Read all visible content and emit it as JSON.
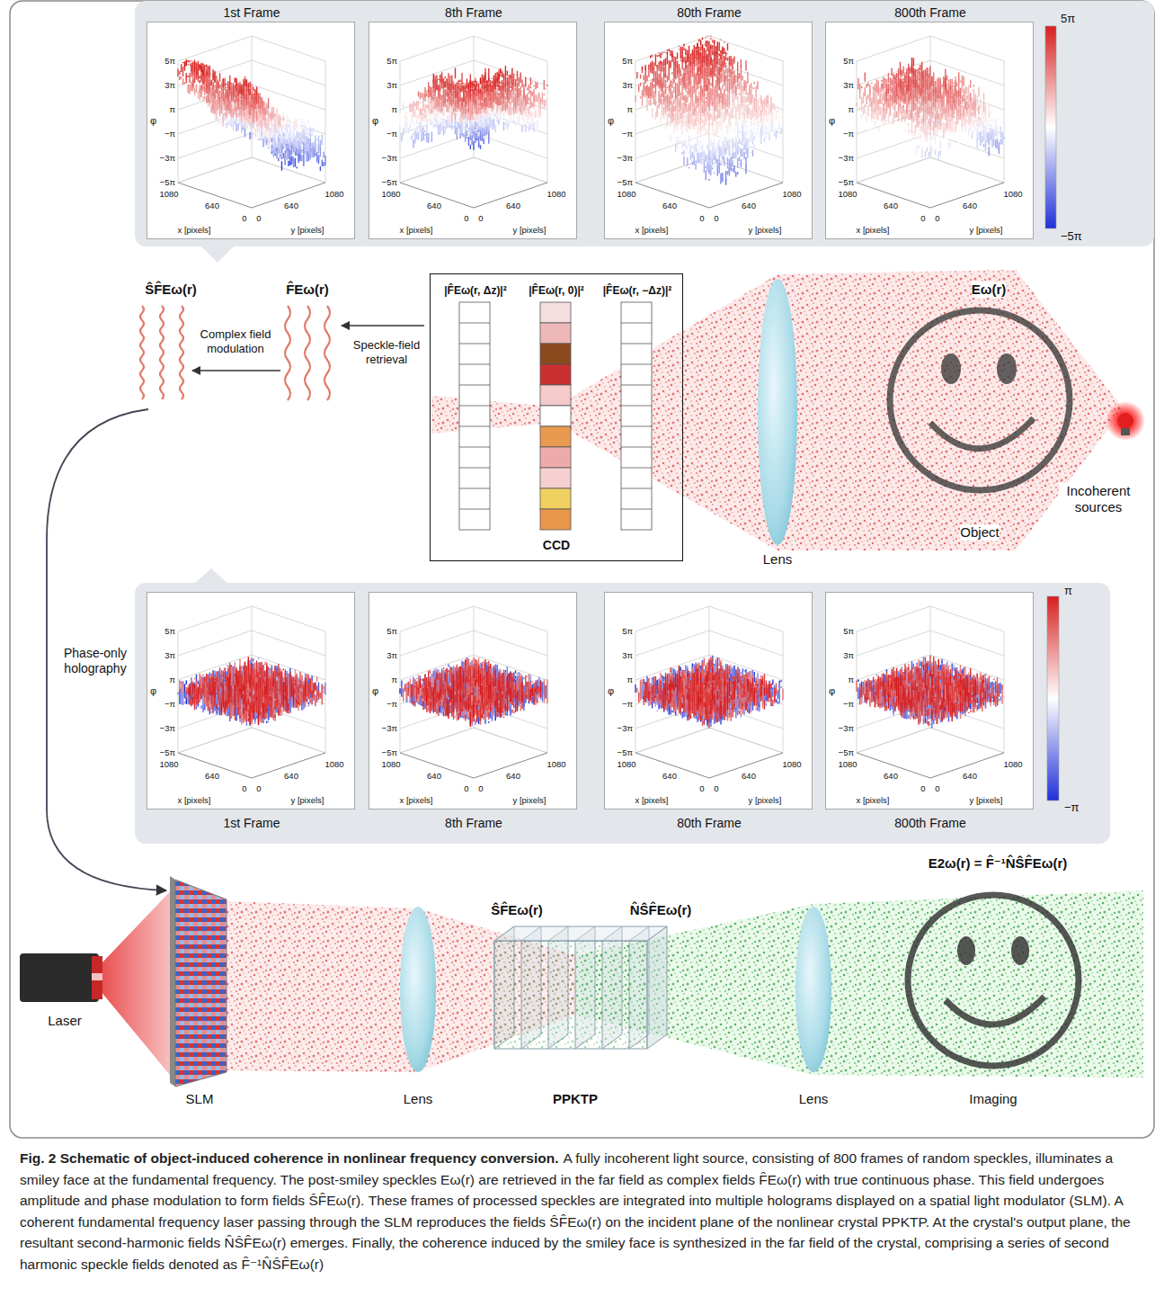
{
  "diagram": {
    "title": "Fig. 2 Schematic of object-induced coherence in nonlinear frequency conversion.",
    "caption": "A fully incoherent light source, consisting of 800 frames of random speckles, illuminates a smiley face at the fundamental frequency. The post-smiley speckles Eω(r) are retrieved in the far field as complex fields F̂Eω(r) with true continuous phase. This field undergoes amplitude and phase modulation to form fields ŜF̂Eω(r). These frames of processed speckles are integrated into multiple holograms displayed on a spatial light modulator (SLM). A coherent fundamental frequency laser passing through the SLM reproduces the fields ŜF̂Eω(r) on the incident plane of the nonlinear crystal PPKTP. At the crystal's output plane, the resultant second-harmonic fields N̂ŜF̂Eω(r) emerges. Finally, the coherence induced by the smiley face is synthesized in the far field of the crystal, comprising a series of second harmonic speckle fields denoted as F̂⁻¹N̂ŜF̂Eω(r)",
    "nodes": [
      {
        "text": [
          "5π",
          "−5π"
        ]
      },
      {
        "text": [
          "1st Frame",
          "5π",
          "3π",
          "π",
          "−π",
          "−3π",
          "−5π",
          "φ",
          "1080",
          "640",
          "0",
          "x [pixels]",
          "0",
          "640",
          "1080",
          "y [pixels]"
        ],
        "in": 0
      },
      {
        "text": [
          "8th Frame",
          "5π",
          "3π",
          "π",
          "−π",
          "−3π",
          "−5π",
          "φ",
          "1080",
          "640",
          "0",
          "x [pixels]",
          "0",
          "640",
          "1080",
          "y [pixels]"
        ],
        "in": 0
      },
      {
        "text": [
          "80th Frame",
          "5π",
          "3π",
          "π",
          "−π",
          "−3π",
          "−5π",
          "φ",
          "1080",
          "640",
          "0",
          "x [pixels]",
          "0",
          "640",
          "1080",
          "y [pixels]"
        ],
        "in": 0
      },
      {
        "text": [
          "800th Frame",
          "5π",
          "3π",
          "π",
          "−π",
          "−3π",
          "−5π",
          "φ",
          "1080",
          "640",
          "0",
          "x [pixels]",
          "0",
          "640",
          "1080",
          "y [pixels]"
        ],
        "in": 0
      },
      {
        "text": [
          "|F̂Eω(r, Δz)|²",
          "|F̂Eω(r, 0)|²",
          "|F̂Eω(r, −Δz)|²",
          "CCD"
        ]
      },
      {
        "text": [
          "π",
          "−π"
        ]
      },
      {
        "text": [
          "1st Frame",
          "5π",
          "3π",
          "π",
          "−π",
          "−3π",
          "−5π",
          "φ",
          "1080",
          "640",
          "0",
          "x [pixels]",
          "0",
          "640",
          "1080",
          "y [pixels]"
        ],
        "in": 6
      },
      {
        "text": [
          "8th Frame",
          "5π",
          "3π",
          "π",
          "−π",
          "−3π",
          "−5π",
          "φ",
          "1080",
          "640",
          "0",
          "x [pixels]",
          "0",
          "640",
          "1080",
          "y [pixels]"
        ],
        "in": 6
      },
      {
        "text": [
          "80th Frame",
          "5π",
          "3π",
          "π",
          "−π",
          "−3π",
          "−5π",
          "φ",
          "1080",
          "640",
          "0",
          "x [pixels]",
          "0",
          "640",
          "1080",
          "y [pixels]"
        ],
        "in": 6
      },
      {
        "text": [
          "800th Frame",
          "5π",
          "3π",
          "π",
          "−π",
          "−3π",
          "−5π",
          "φ",
          "1080",
          "640",
          "0",
          "x [pixels]",
          "0",
          "640",
          "1080",
          "y [pixels]"
        ],
        "in": 6
      }
    ],
    "labels": [
      "ŜF̂Eω(r)",
      "F̂Eω(r)",
      "Complex field modulation",
      "Speckle-field retrieval",
      "Lens",
      "Eω(r)",
      "Object",
      "Incoherent sources",
      "Phase-only holography",
      "Laser",
      "SLM",
      "Lens",
      "ŜF̂Eω(r)",
      "PPKTP",
      "N̂ŜF̂Eω(r)",
      "Lens",
      "E2ω(r) = F̂⁻¹N̂ŜF̂Eω(r)",
      "Imaging"
    ]
  }
}
